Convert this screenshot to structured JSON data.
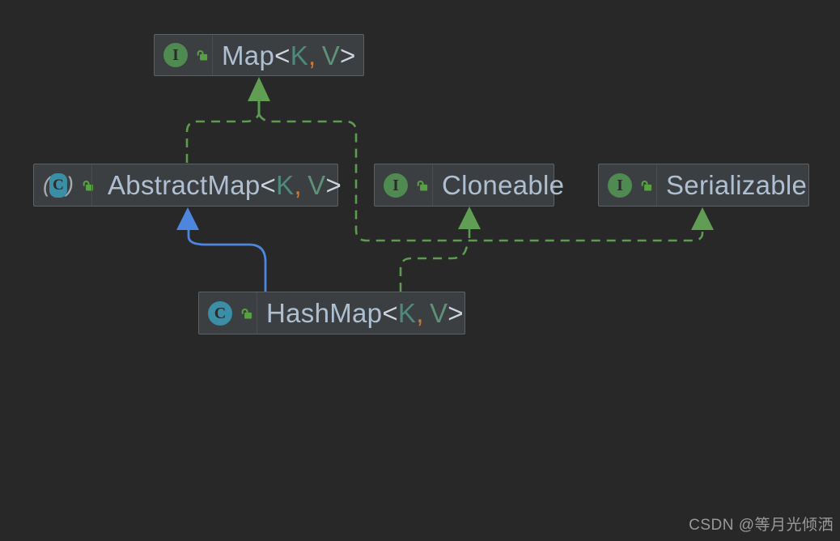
{
  "colors": {
    "canvas-bg": "#282828",
    "node-bg": "#3C3F41",
    "node-border": "#5E6163",
    "name-color": "#AFBFD2",
    "bracket-color": "#CBD5DF",
    "type-k-color": "#4E8A7B",
    "type-v-color": "#5E9178",
    "comma-color": "#CC7832",
    "edge-green": "#5C9B50",
    "edge-green-fill": "#5F9E53",
    "edge-blue": "#4C86DF",
    "iface-green": "#4F8B51",
    "class-teal": "#3A8FA6",
    "lock-green": "#57A143",
    "paren-gray": "#A8ACB0",
    "watermark-color": "#999999"
  },
  "icons": {
    "interface_letter": "I",
    "class_letter": "C",
    "paren_open": "(",
    "paren_close": ")"
  },
  "nodes": {
    "map": {
      "kind": "interface",
      "name": "Map",
      "generics_open": "<",
      "type_k": "K",
      "comma": ",",
      "type_v": "V",
      "generics_close": ">"
    },
    "abstract_map": {
      "kind": "abstract-class",
      "name": "AbstractMap",
      "generics_open": "<",
      "type_k": "K",
      "comma": ",",
      "type_v": "V",
      "generics_close": ">"
    },
    "cloneable": {
      "kind": "interface",
      "name": "Cloneable"
    },
    "serializable": {
      "kind": "interface",
      "name": "Serializable"
    },
    "hashmap": {
      "kind": "class",
      "name": "HashMap",
      "generics_open": "<",
      "type_k": "K",
      "comma": ",",
      "type_v": "V",
      "generics_close": ">"
    }
  },
  "edges": [
    {
      "from": "AbstractMap",
      "to": "Map",
      "type": "realization",
      "style": "dashed-green"
    },
    {
      "from": "HashMap",
      "to": "Map",
      "type": "realization",
      "style": "dashed-green"
    },
    {
      "from": "HashMap",
      "to": "Cloneable",
      "type": "realization",
      "style": "dashed-green"
    },
    {
      "from": "HashMap",
      "to": "Serializable",
      "type": "realization",
      "style": "dashed-green"
    },
    {
      "from": "HashMap",
      "to": "AbstractMap",
      "type": "generalization",
      "style": "solid-blue"
    }
  ],
  "watermark": {
    "text": "CSDN @等月光倾洒"
  }
}
